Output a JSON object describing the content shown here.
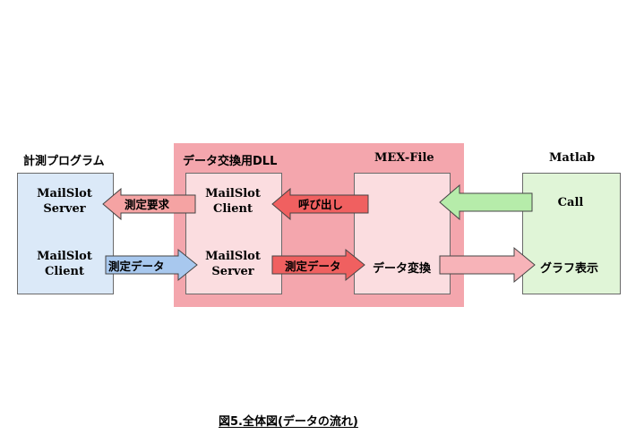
{
  "groups": {
    "measurement_program": "計測プログラム",
    "data_exchange_dll": "データ交換用DLL",
    "mex_file": "MEX-File",
    "matlab": "Matlab"
  },
  "boxes": {
    "prog_server": [
      "MailSlot",
      "Server"
    ],
    "prog_client": [
      "MailSlot",
      "Client"
    ],
    "dll_client": [
      "MailSlot",
      "Client"
    ],
    "dll_server": [
      "MailSlot",
      "Server"
    ],
    "mex_convert": "データ変換",
    "matlab_call": "Call",
    "matlab_graph": "グラフ表示"
  },
  "arrows": {
    "measure_request": "測定要求",
    "measure_data_1": "測定データ",
    "call_out": "呼び出し",
    "measure_data_2": "測定データ"
  },
  "colors": {
    "dll_region": "#f4a6ad",
    "prog_box": "#dbe9f8",
    "dll_box": "#fbdde0",
    "mex_box": "#fbdde0",
    "matlab_box": "#e0f5d7",
    "arrow_red_light": "#f5a3a3",
    "arrow_red": "#f06060",
    "arrow_blue": "#a8c8ee",
    "arrow_green": "#b6ecaa",
    "arrow_pink": "#f7b3b8"
  },
  "caption": "図5.全体図(データの流れ)"
}
